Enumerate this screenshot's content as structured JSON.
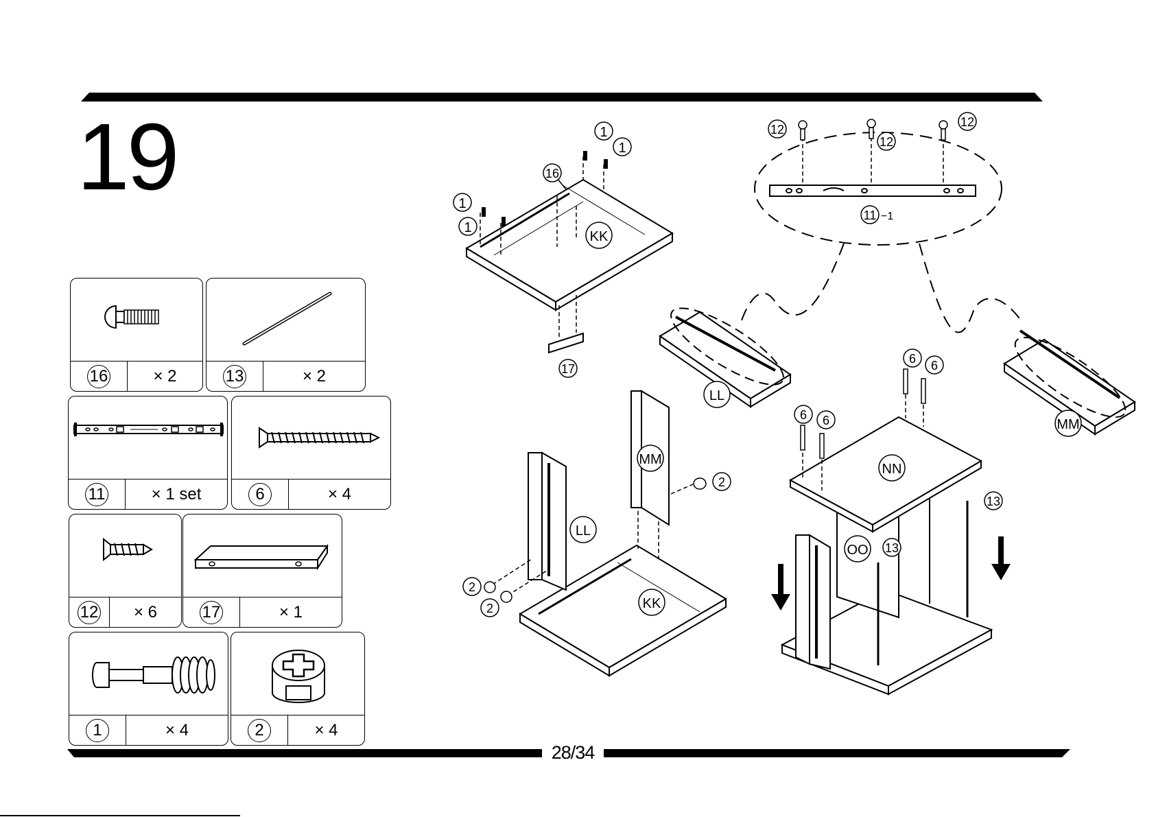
{
  "step": {
    "number": "19"
  },
  "page": {
    "number": "28/34"
  },
  "parts": [
    {
      "id": "16",
      "qty": "× 2",
      "icon": "bolt-icon"
    },
    {
      "id": "13",
      "qty": "× 2",
      "icon": "rod-icon"
    },
    {
      "id": "11",
      "qty": "× 1 set",
      "icon": "drawer-slide-icon"
    },
    {
      "id": "6",
      "qty": "× 4",
      "icon": "long-screw-icon"
    },
    {
      "id": "12",
      "qty": "× 6",
      "icon": "short-screw-icon"
    },
    {
      "id": "17",
      "qty": "× 1",
      "icon": "bracket-icon"
    },
    {
      "id": "1",
      "qty": "× 4",
      "icon": "cam-bolt-icon"
    },
    {
      "id": "2",
      "qty": "× 4",
      "icon": "cam-lock-icon"
    }
  ],
  "diagram": {
    "labels": {
      "p1": "1",
      "p2": "2",
      "p6": "6",
      "p12": "12",
      "p13": "13",
      "p16": "16",
      "p17": "17",
      "p11_sub": "11",
      "sub_suffix": "−1",
      "kk": "KK",
      "ll": "LL",
      "mm": "MM",
      "nn": "NN",
      "oo": "OO"
    }
  }
}
